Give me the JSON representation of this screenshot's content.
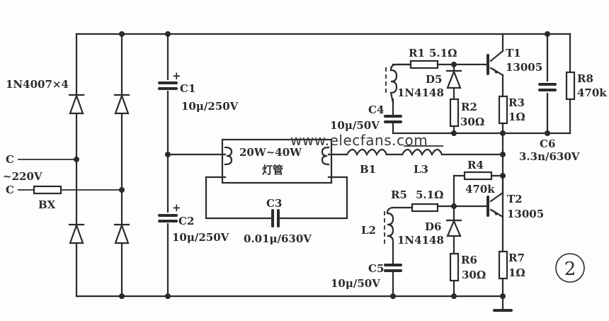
{
  "figure": {
    "number_label": "②",
    "watermark": "www.elecfans.com"
  },
  "input": {
    "terminal_top": "C",
    "terminal_bottom": "C",
    "voltage": "~220V",
    "fuse": "BX"
  },
  "bridge": {
    "label": "1N4007×4"
  },
  "components": {
    "C1": {
      "name": "C1",
      "value": "10μ/250V"
    },
    "C2": {
      "name": "C2",
      "value": "10μ/250V"
    },
    "C3": {
      "name": "C3",
      "value": "0.01μ/630V"
    },
    "C4": {
      "name": "C4",
      "value": "10μ/50V"
    },
    "C5": {
      "name": "C5",
      "value": "10μ/50V"
    },
    "C6": {
      "name": "C6",
      "value": "3.3n/630V"
    },
    "R1": {
      "name": "R1",
      "value": "5.1Ω"
    },
    "R2": {
      "name": "R2",
      "value": "30Ω"
    },
    "R3": {
      "name": "R3",
      "value": "1Ω"
    },
    "R4": {
      "name": "R4",
      "value": "470k"
    },
    "R5": {
      "name": "R5",
      "value": "5.1Ω"
    },
    "R6": {
      "name": "R6",
      "value": "30Ω"
    },
    "R7": {
      "name": "R7",
      "value": "1Ω"
    },
    "R8": {
      "name": "R8",
      "value": "470k"
    },
    "D5": {
      "name": "D5",
      "value": "1N4148"
    },
    "D6": {
      "name": "D6",
      "value": "1N4148"
    },
    "T1": {
      "name": "T1",
      "value": "13005"
    },
    "T2": {
      "name": "T2",
      "value": "13005"
    },
    "B1": {
      "name": "B1"
    },
    "L2": {
      "name": "L2"
    },
    "L3": {
      "name": "L3"
    },
    "lamp": {
      "power": "20W~40W",
      "name": "灯管"
    }
  }
}
